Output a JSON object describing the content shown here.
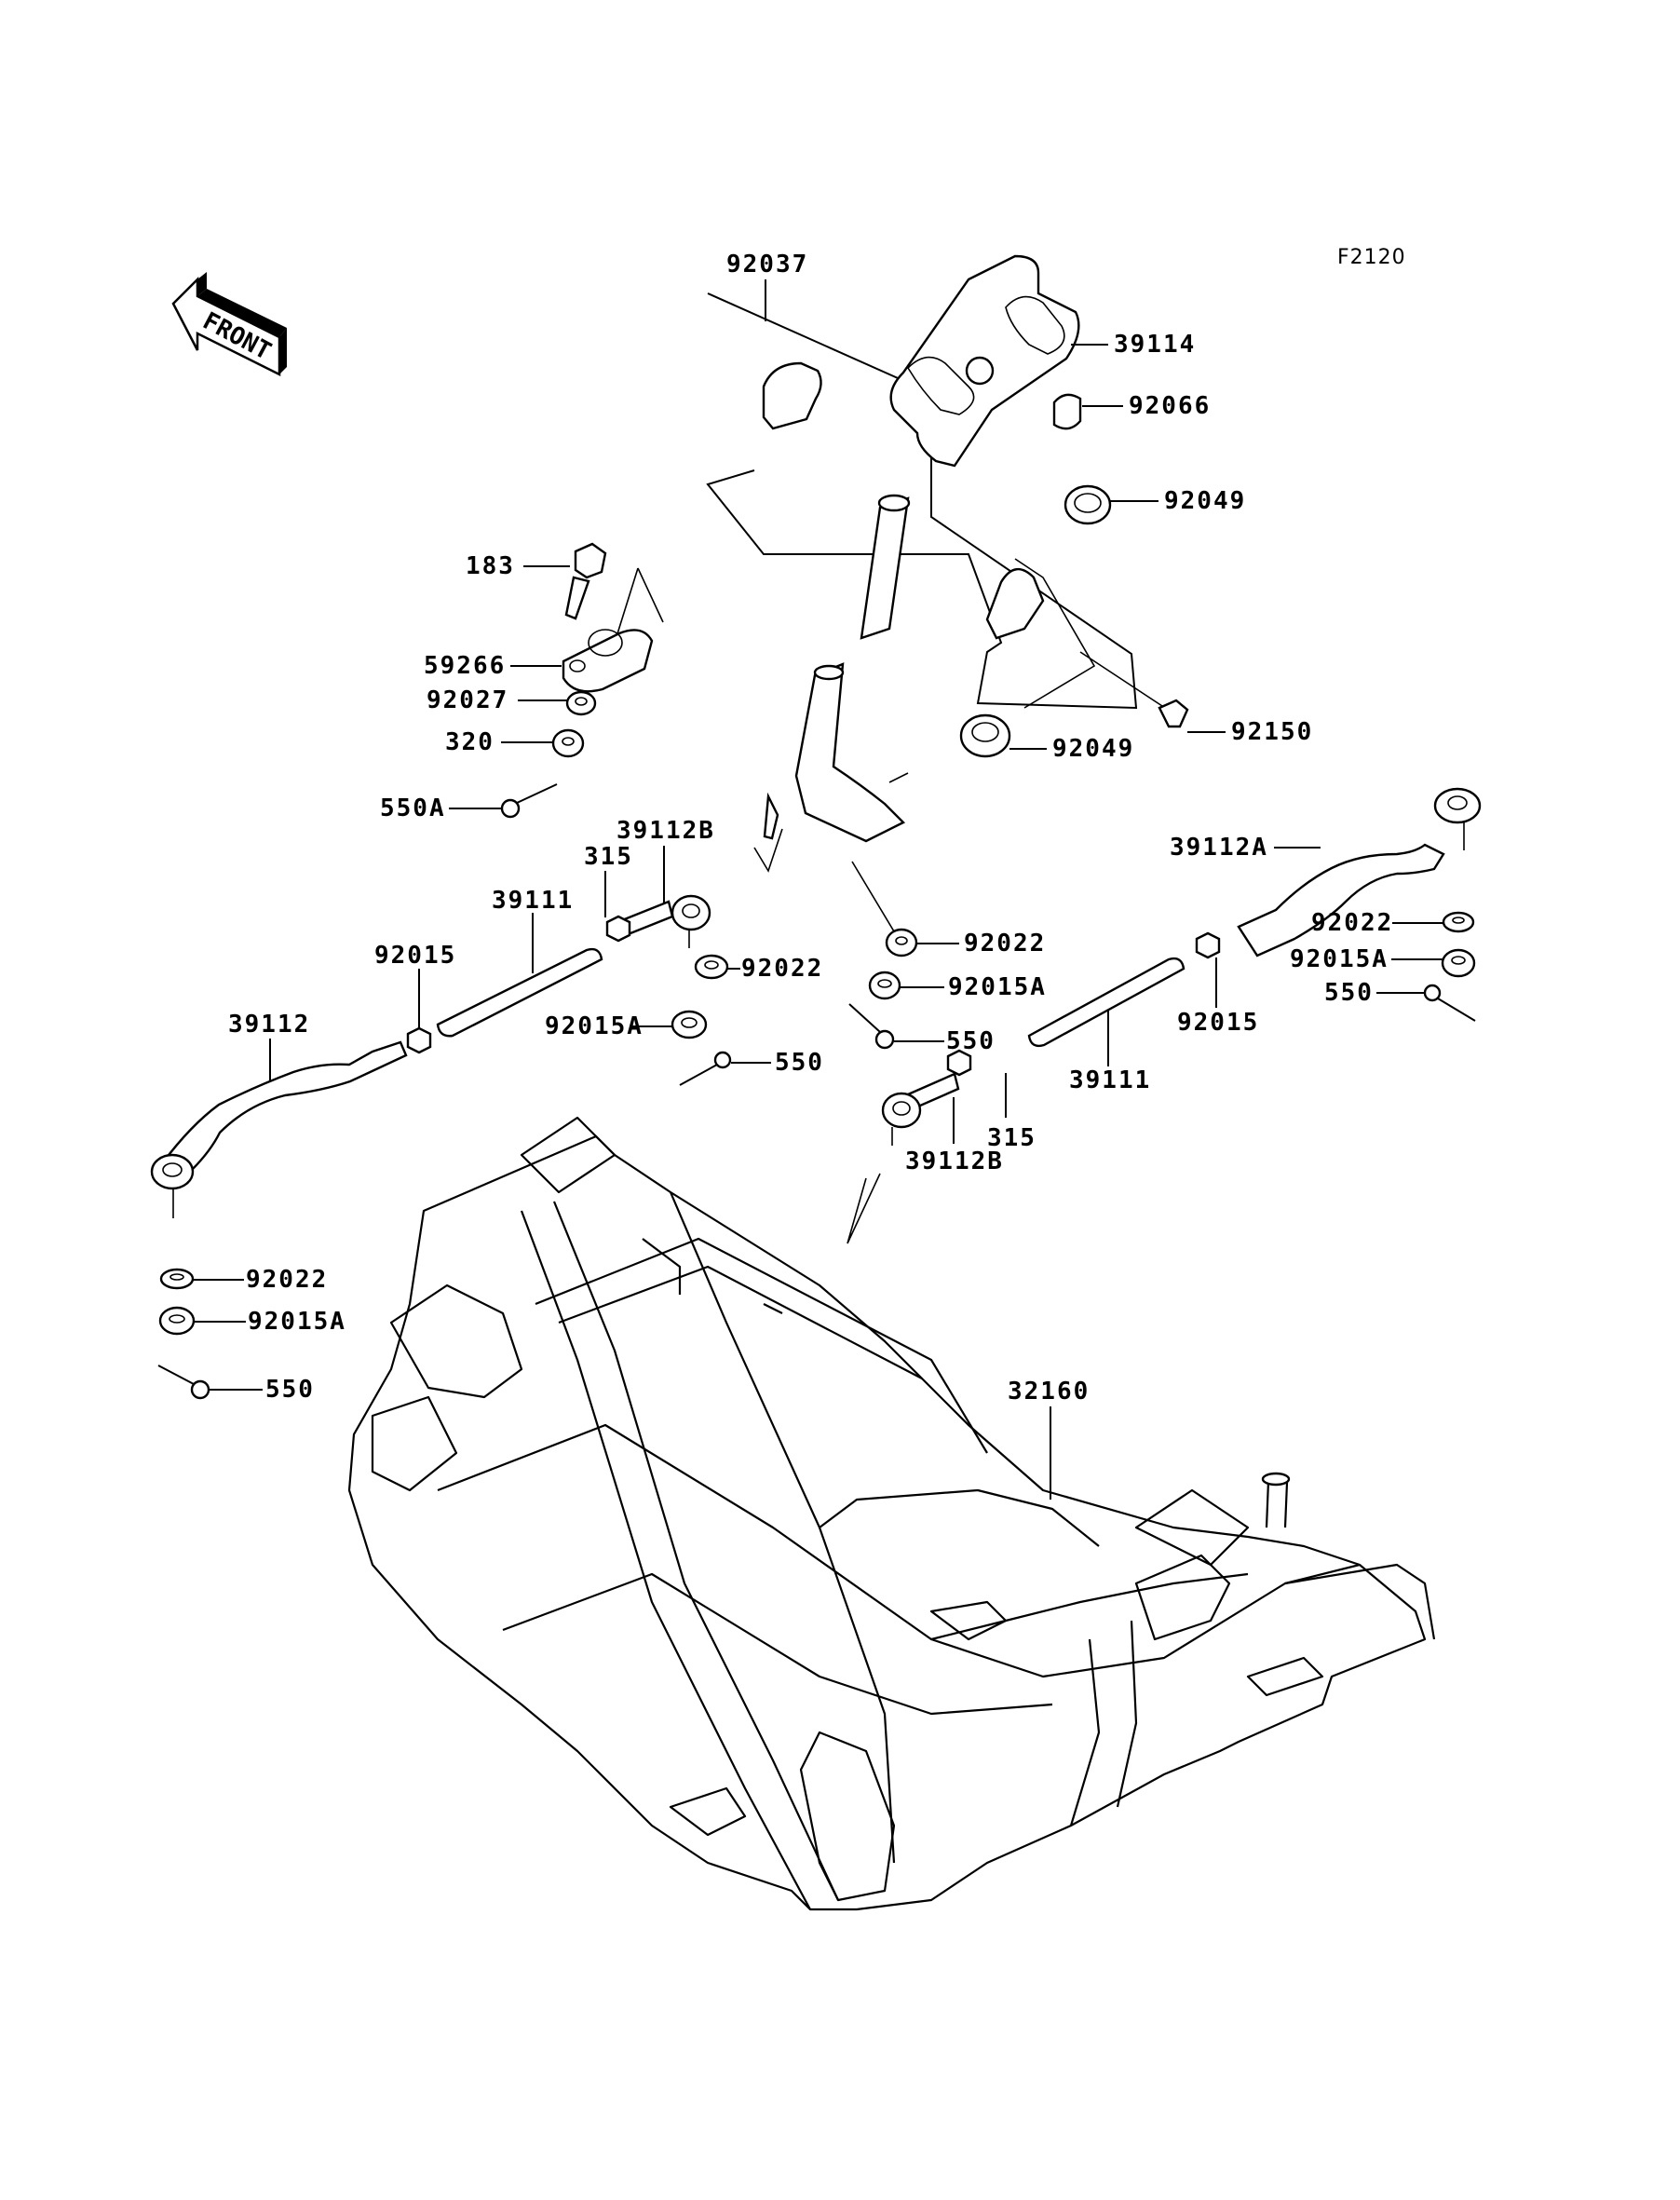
{
  "diagram": {
    "figure_code": "F2120",
    "front_indicator": "FRONT",
    "parts": [
      {
        "id": "p-92037",
        "label": "92037"
      },
      {
        "id": "p-39114",
        "label": "39114"
      },
      {
        "id": "p-92066",
        "label": "92066"
      },
      {
        "id": "p-92049-upper",
        "label": "92049"
      },
      {
        "id": "p-92049-lower",
        "label": "92049"
      },
      {
        "id": "p-92150",
        "label": "92150"
      },
      {
        "id": "p-183",
        "label": "183"
      },
      {
        "id": "p-59266",
        "label": "59266"
      },
      {
        "id": "p-92027",
        "label": "92027"
      },
      {
        "id": "p-320",
        "label": "320"
      },
      {
        "id": "p-550A",
        "label": "550A"
      },
      {
        "id": "p-39112B-left",
        "label": "39112B"
      },
      {
        "id": "p-315-left",
        "label": "315"
      },
      {
        "id": "p-39111-left",
        "label": "39111"
      },
      {
        "id": "p-92015-left",
        "label": "92015"
      },
      {
        "id": "p-39112",
        "label": "39112"
      },
      {
        "id": "p-92022-center-right",
        "label": "92022"
      },
      {
        "id": "p-92022-center",
        "label": "92022"
      },
      {
        "id": "p-92015A-center-right",
        "label": "92015A"
      },
      {
        "id": "p-92015A-center",
        "label": "92015A"
      },
      {
        "id": "p-550-center-right",
        "label": "550"
      },
      {
        "id": "p-550-center",
        "label": "550"
      },
      {
        "id": "p-39112A",
        "label": "39112A"
      },
      {
        "id": "p-92022-right",
        "label": "92022"
      },
      {
        "id": "p-92015A-right",
        "label": "92015A"
      },
      {
        "id": "p-550-right",
        "label": "550"
      },
      {
        "id": "p-92015-right",
        "label": "92015"
      },
      {
        "id": "p-39111-right",
        "label": "39111"
      },
      {
        "id": "p-315-right",
        "label": "315"
      },
      {
        "id": "p-39112B-right",
        "label": "39112B"
      },
      {
        "id": "p-92022-left",
        "label": "92022"
      },
      {
        "id": "p-92015A-left",
        "label": "92015A"
      },
      {
        "id": "p-550-left",
        "label": "550"
      },
      {
        "id": "p-32160",
        "label": "32160"
      }
    ]
  }
}
